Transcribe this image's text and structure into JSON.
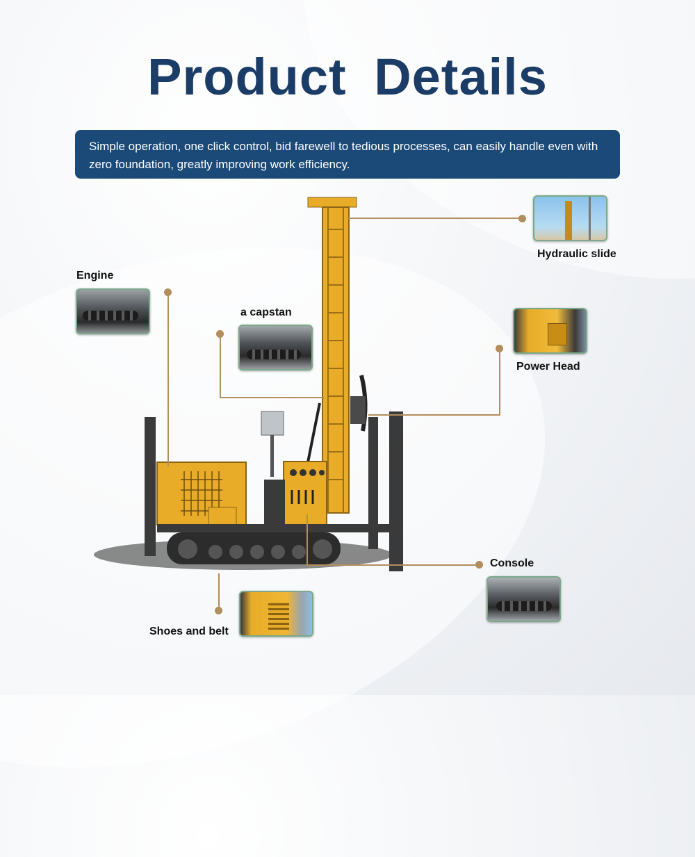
{
  "title": "Product  Details",
  "banner": {
    "text": "Simple operation, one click control, bid farewell to tedious processes, can easily handle even with zero foundation, greatly improving work efficiency."
  },
  "callouts": {
    "hydraulic_slide": "Hydraulic slide",
    "engine": "Engine",
    "capstan": "a capstan",
    "power_head": "Power Head",
    "console": "Console",
    "shoes_belt": "Shoes and belt"
  },
  "colors": {
    "title": "#1b3c66",
    "banner_bg": "#1b4a78",
    "leader_line": "#b28d5d",
    "machine_yellow": "#e8ac28",
    "machine_dark": "#3a3a3a"
  }
}
